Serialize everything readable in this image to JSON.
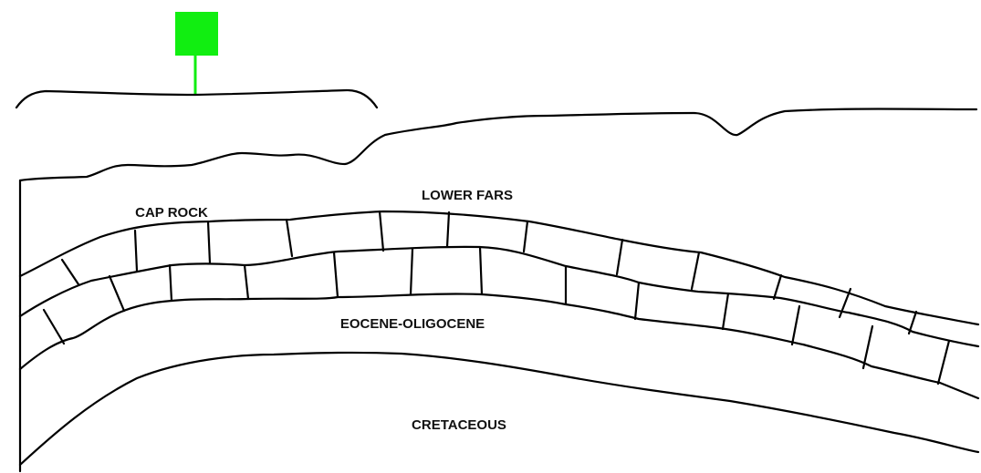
{
  "labels": {
    "cap_rock": "CAP ROCK",
    "lower_fars": "LOWER FARS",
    "eocene_oligocene": "EOCENE-OLIGOCENE",
    "cretaceous": "CRETACEOUS"
  },
  "colors": {
    "rig_marker": "#11ee11",
    "line": "#000000",
    "background": "#ffffff"
  }
}
